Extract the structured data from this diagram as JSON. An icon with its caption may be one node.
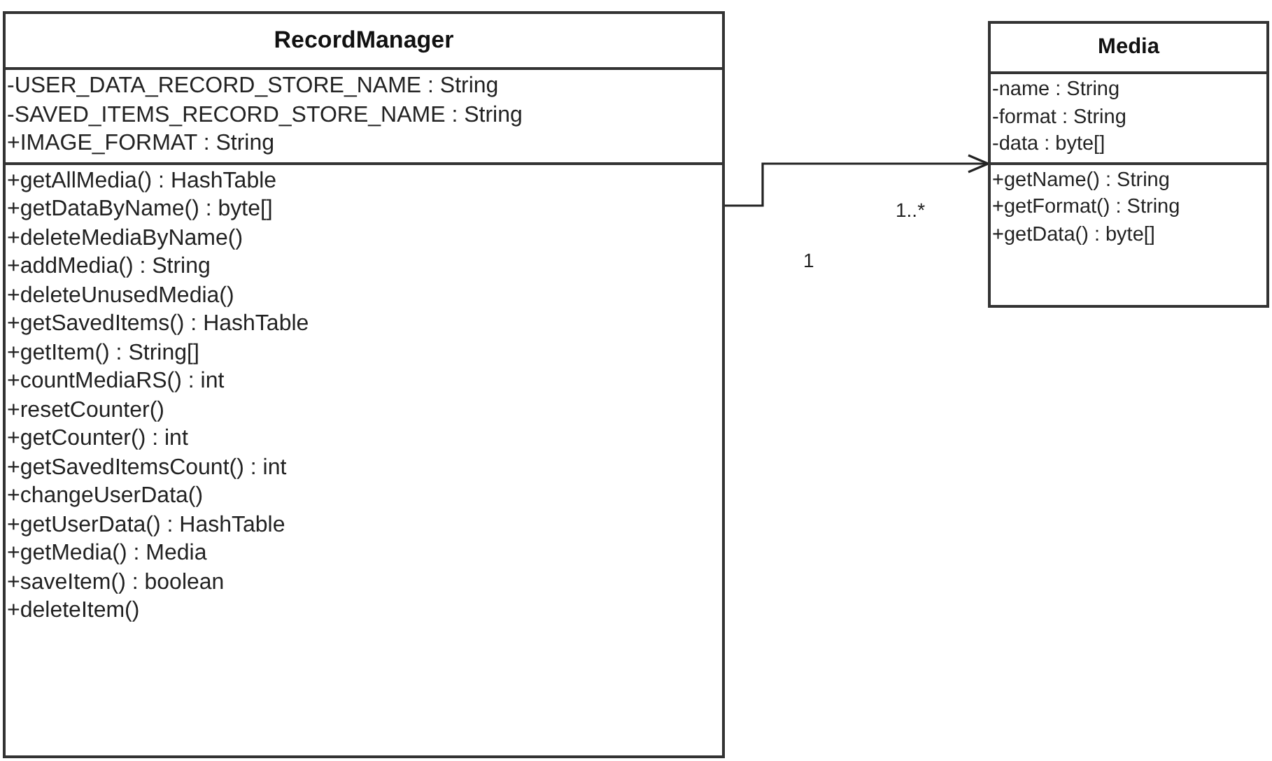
{
  "diagram": {
    "nodes": [
      {
        "text": [
          "RecordManager"
        ]
      },
      {
        "text": [
          "-USER_DATA_RECORD_STORE_NAME : String",
          "-SAVED_ITEMS_RECORD_STORE_NAME : String",
          "+IMAGE_FORMAT : String"
        ],
        "in": 0
      },
      {
        "text": [
          "+getAllMedia() : HashTable",
          "+getDataByName() : byte[]",
          "+deleteMediaByName()",
          "+addMedia() : String",
          "+deleteUnusedMedia()",
          "+getSavedItems() : HashTable",
          "+getItem() : String[]",
          "+countMediaRS() : int",
          "+resetCounter()",
          "+getCounter() : int",
          "+getSavedItemsCount() : int",
          "+changeUserData()",
          "+getUserData() : HashTable",
          "+getMedia() : Media",
          "+saveItem() : boolean",
          "+deleteItem()"
        ],
        "in": 0
      },
      {
        "text": [
          "Media"
        ]
      },
      {
        "text": [
          "-name : String",
          "-format : String",
          "-data : byte[]"
        ],
        "in": 3
      },
      {
        "text": [
          "+getName() : String",
          "+getFormat() : String",
          "+getData() : byte[]"
        ],
        "in": 3
      }
    ],
    "edges": [
      {
        "from": 0,
        "to": 3,
        "arrow": "to"
      }
    ],
    "labels": [
      "1..*",
      "1"
    ]
  }
}
